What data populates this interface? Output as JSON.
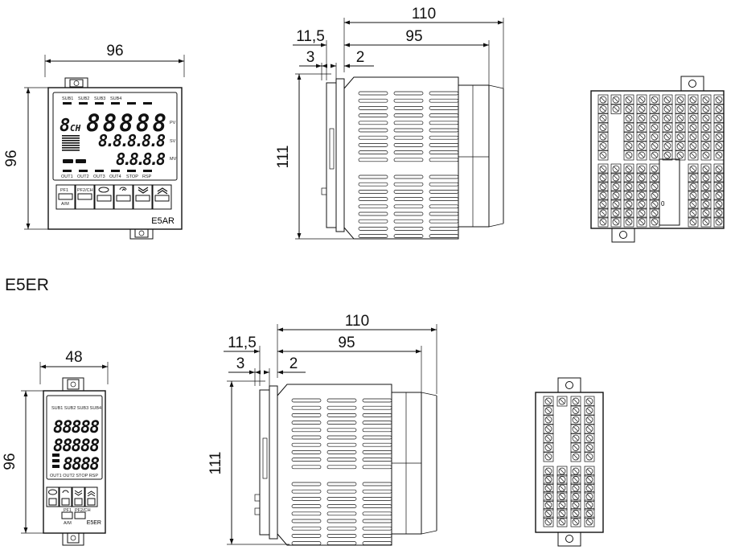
{
  "e5ar": {
    "front": {
      "width": "96",
      "height": "96",
      "model": "E5AR",
      "sub_labels": [
        "SUB1",
        "SUB2",
        "SUB3",
        "SUB4"
      ],
      "out_labels": [
        "OUT1",
        "OUT2",
        "OUT3",
        "OUT4",
        "STOP",
        "RSP"
      ],
      "ch_digit": "8",
      "ch_label": "CH",
      "pv": "88888",
      "sv": "8.8.8.8.8",
      "mv": "8.8.8.8",
      "pv_tag": "PV",
      "sv_tag": "SV",
      "mv_tag": "MV",
      "key1": "PF1",
      "key1_sub": "A/M",
      "key2": "PF2/CH"
    },
    "side": {
      "depth_total": "110",
      "depth_body": "95",
      "front_a": "11,5",
      "front_b": "3",
      "front_c": "2",
      "height": "111"
    },
    "rear": {
      "mark": "0"
    }
  },
  "e5er": {
    "title": "E5ER",
    "front": {
      "width": "48",
      "height": "96",
      "model": "E5ER",
      "row1": "88888",
      "row2": "88888",
      "row3": "8888",
      "key1": "PF1",
      "key1_sub": "A/M",
      "key2": "PF2/CH"
    },
    "side": {
      "depth_total": "110",
      "depth_body": "95",
      "front_a": "11,5",
      "front_b": "3",
      "front_c": "2",
      "height": "111"
    }
  }
}
